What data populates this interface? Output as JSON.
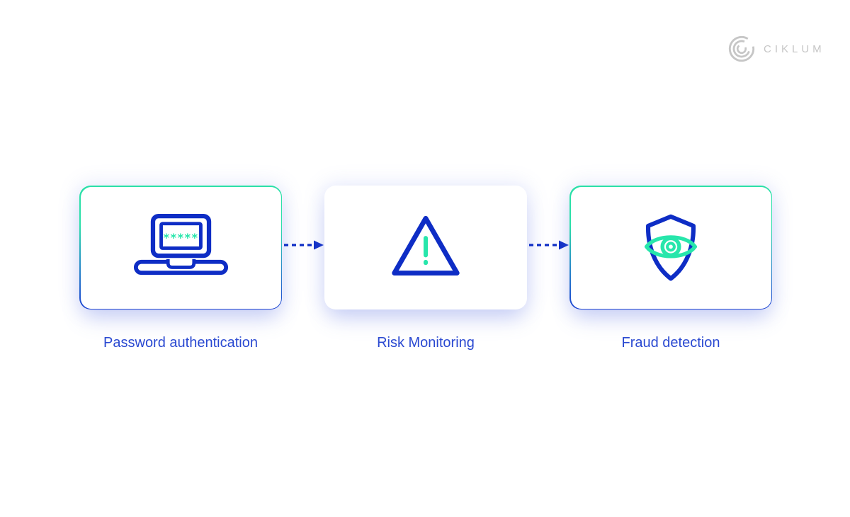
{
  "logo": {
    "text": "CIKLUM",
    "color": "#c6c6c6",
    "icon": "ciklum-arcs-mark"
  },
  "colors": {
    "icon_blue": "#0e2dc5",
    "accent_teal": "#27e6ab",
    "label_blue": "#2a49d1",
    "card_background": "#ffffff",
    "card_glow": "rgba(104,124,228,0.30)",
    "border_gradient_top": "#2be0a8",
    "border_gradient_bottom": "#1c42d2"
  },
  "flow": {
    "connector": "dashed-arrow-right",
    "steps": [
      {
        "label": "Password authentication",
        "icon": "laptop-password-icon",
        "screen_text": "*****",
        "border": "teal-to-blue-gradient"
      },
      {
        "label": "Risk Monitoring",
        "icon": "warning-triangle-icon",
        "border": "none"
      },
      {
        "label": "Fraud detection",
        "icon": "shield-eye-icon",
        "border": "teal-to-blue-gradient"
      }
    ]
  }
}
